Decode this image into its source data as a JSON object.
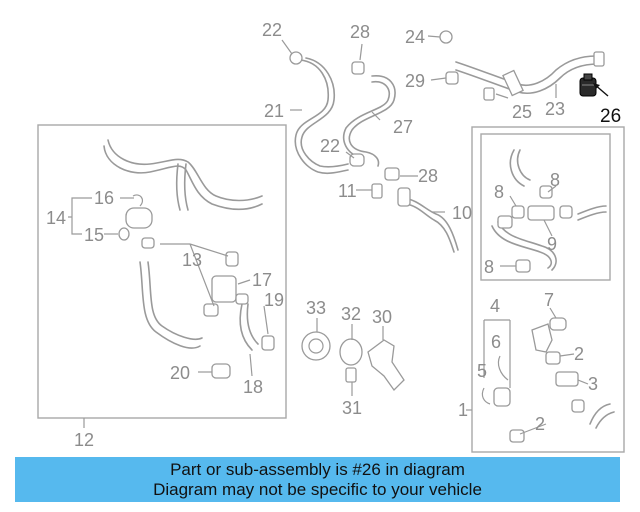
{
  "diagram": {
    "callouts": [
      "22",
      "28",
      "24",
      "29",
      "25",
      "23",
      "26",
      "21",
      "27",
      "22",
      "28",
      "11",
      "10",
      "14",
      "16",
      "15",
      "13",
      "17",
      "19",
      "18",
      "20",
      "12",
      "33",
      "32",
      "30",
      "31",
      "8",
      "8",
      "9",
      "8",
      "4",
      "6",
      "7",
      "2",
      "5",
      "3",
      "2",
      "1"
    ],
    "highlighted_part": "26"
  },
  "banner": {
    "line1": "Part or sub-assembly is #26 in diagram",
    "line2": "Diagram may not be specific to your vehicle"
  },
  "colors": {
    "banner_bg": "#56b9ee",
    "line_gray": "#9a9a9a",
    "highlight_part": "#111111"
  }
}
